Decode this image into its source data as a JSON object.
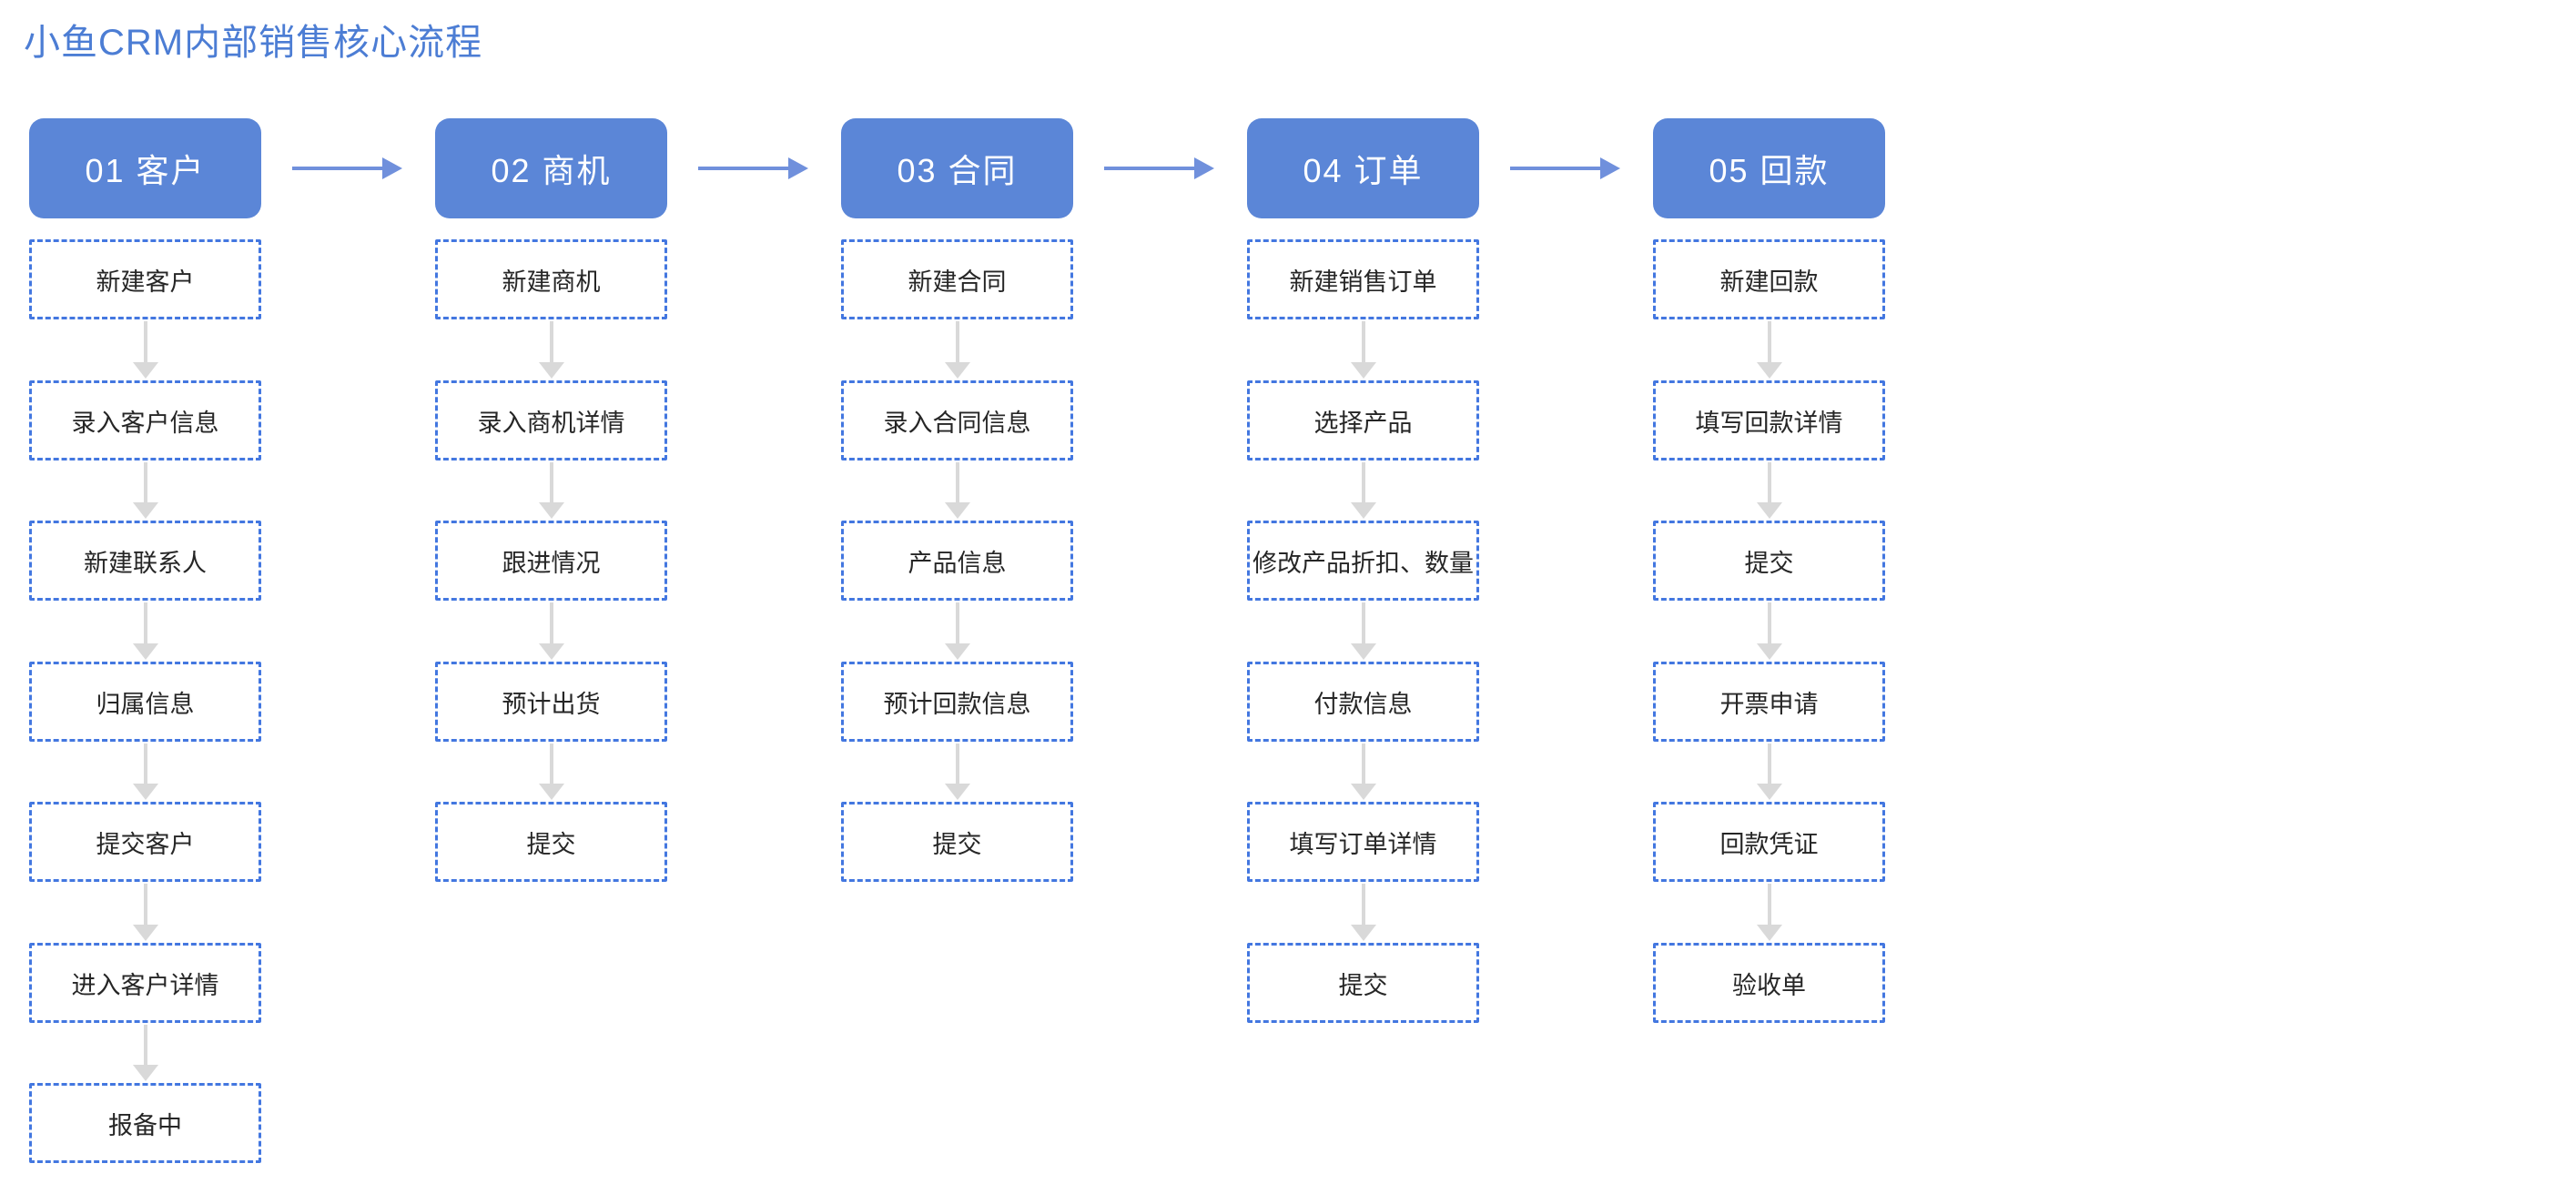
{
  "title": "小鱼CRM内部销售核心流程",
  "colors": {
    "title_text": "#4C7DD4",
    "stage_fill": "#5B86D7",
    "stage_text": "#ffffff",
    "step_border": "#4377E0",
    "step_text": "#262626",
    "flow_arrow_blue": "#7090DC",
    "down_arrow_gray": "#D9D9D9",
    "background": "#ffffff"
  },
  "columns": [
    {
      "id": "customer",
      "header": "01 客户",
      "steps": [
        "新建客户",
        "录入客户信息",
        "新建联系人",
        "归属信息",
        "提交客户",
        "进入客户详情",
        "报备中"
      ]
    },
    {
      "id": "opportunity",
      "header": "02 商机",
      "steps": [
        "新建商机",
        "录入商机详情",
        "跟进情况",
        "预计出货",
        "提交"
      ]
    },
    {
      "id": "contract",
      "header": "03 合同",
      "steps": [
        "新建合同",
        "录入合同信息",
        "产品信息",
        "预计回款信息",
        "提交"
      ]
    },
    {
      "id": "order",
      "header": "04 订单",
      "steps": [
        "新建销售订单",
        "选择产品",
        "修改产品折扣、数量",
        "付款信息",
        "填写订单详情",
        "提交"
      ]
    },
    {
      "id": "payment",
      "header": "05 回款",
      "steps": [
        "新建回款",
        "填写回款详情",
        "提交",
        "开票申请",
        "回款凭证",
        "验收单"
      ]
    }
  ]
}
